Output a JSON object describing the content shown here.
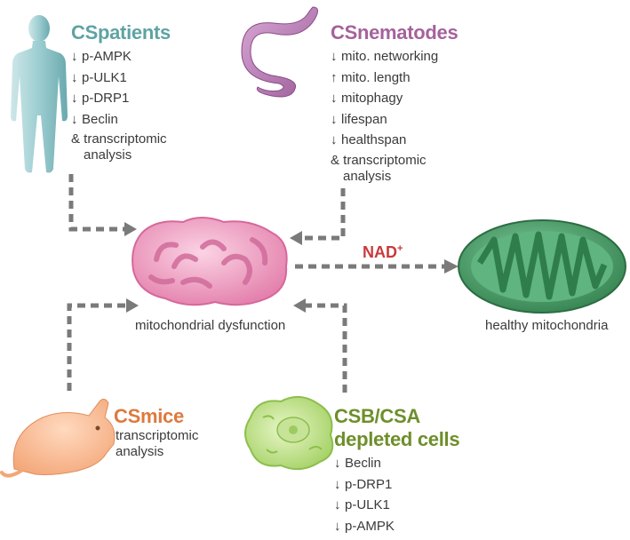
{
  "patients": {
    "title_prefix": "CS",
    "title_word": "patients",
    "items": [
      {
        "arrow": "↓",
        "text": "p-AMPK"
      },
      {
        "arrow": "↓",
        "text": "p-ULK1"
      },
      {
        "arrow": "↓",
        "text": "p-DRP1"
      },
      {
        "arrow": "↓",
        "text": "Beclin"
      }
    ],
    "note": "& transcriptomic",
    "note2": "analysis"
  },
  "nematodes": {
    "title_prefix": "CS",
    "title_word": "nematodes",
    "items": [
      {
        "arrow": "↓",
        "text": "mito. networking"
      },
      {
        "arrow": "↑",
        "text": "mito. length"
      },
      {
        "arrow": "↓",
        "text": "mitophagy"
      },
      {
        "arrow": "↓",
        "text": "lifespan"
      },
      {
        "arrow": "↓",
        "text": "healthspan"
      }
    ],
    "note": "& transcriptomic",
    "note2": "analysis"
  },
  "center": {
    "caption": "mitochondrial dysfunction",
    "nad_label": "NAD",
    "nad_sup": "+",
    "healthy_caption": "healthy mitochondria"
  },
  "mice": {
    "title_prefix": "CS",
    "title_word": "mice",
    "note": "transcriptomic",
    "note2": "analysis"
  },
  "cells": {
    "title_line1": "CSB/CSA",
    "title_line2": "depleted cells",
    "items": [
      {
        "arrow": "↓",
        "text": "Beclin"
      },
      {
        "arrow": "↓",
        "text": "p-DRP1"
      },
      {
        "arrow": "↓",
        "text": "p-ULK1"
      },
      {
        "arrow": "↓",
        "text": "p-AMPK"
      }
    ]
  },
  "colors": {
    "patients": "#5fa3a3",
    "nematodes": "#a5629c",
    "mice": "#dd7a3e",
    "cells": "#6e8f2a",
    "nad": "#c93a3a",
    "arrows": "#7a7a7a",
    "dysfunction": "#e98fb6",
    "healthy": "#3d8f5a"
  },
  "icons": [
    "human-figure-icon",
    "nematode-worm-icon",
    "mouse-icon",
    "cell-icon",
    "dysfunctional-mitochondrion-icon",
    "healthy-mitochondrion-icon"
  ]
}
